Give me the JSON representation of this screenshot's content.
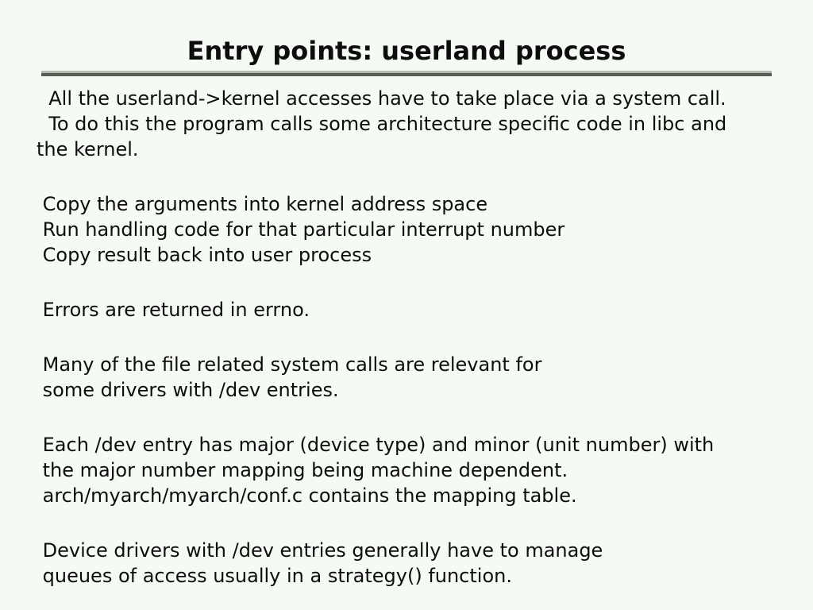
{
  "slide": {
    "title": "Entry points: userland process",
    "paragraphs": [
      {
        "lines": [
          "  All the userland->kernel accesses have to take place via a system call.",
          "  To do this the program calls some architecture specific code in libc and",
          "the kernel."
        ]
      },
      {
        "lines": [
          " Copy the arguments into kernel address space",
          " Run handling code for that particular interrupt number",
          " Copy result back into user process"
        ]
      },
      {
        "lines": [
          " Errors are returned in errno."
        ]
      },
      {
        "lines": [
          " Many of the file related system calls are relevant for",
          " some drivers with /dev entries."
        ]
      },
      {
        "lines": [
          " Each /dev entry has major (device type) and minor (unit number) with",
          " the major number mapping being machine dependent.",
          " arch/myarch/myarch/conf.c contains the mapping table."
        ]
      },
      {
        "lines": [
          " Device drivers with /dev entries generally have to manage",
          " queues of access usually in a strategy() function."
        ]
      }
    ],
    "colors": {
      "background": "#f5faf4",
      "text": "#0d0d0d",
      "rule_light": "#b5bab3",
      "rule_dark": "#575d53"
    }
  }
}
